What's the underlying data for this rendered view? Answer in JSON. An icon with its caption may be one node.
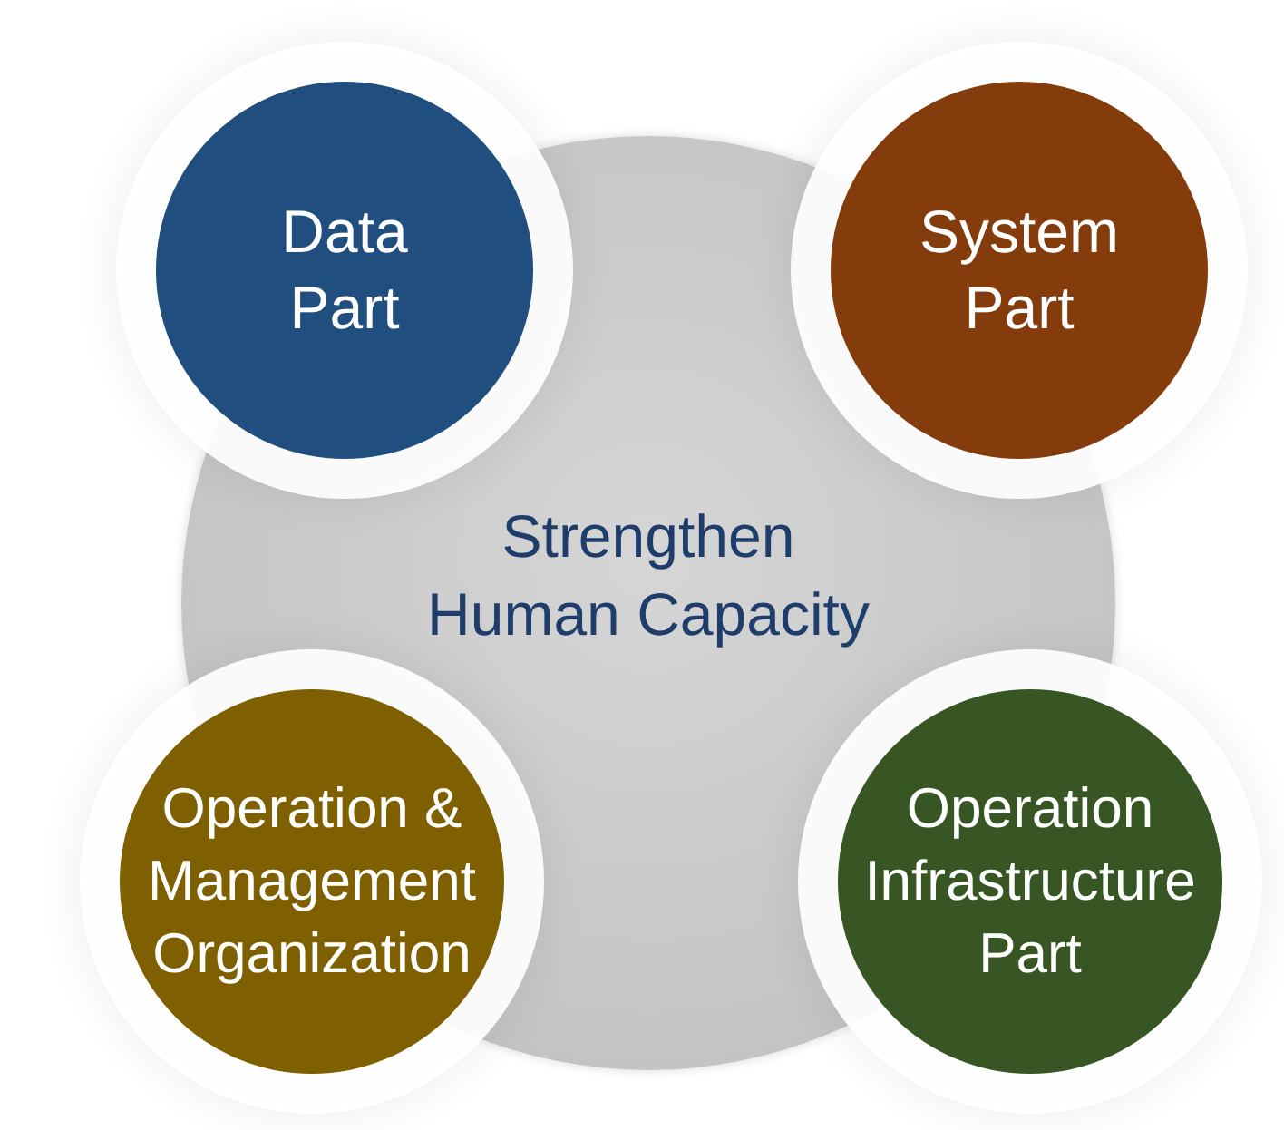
{
  "diagram": {
    "nodes": [
      {
        "text": [
          "Data Part"
        ]
      },
      {
        "text": [
          "System Part"
        ]
      },
      {
        "text": [
          "Strengthen Human Capacity"
        ]
      },
      {
        "text": [
          "Operation & Management Organization"
        ]
      },
      {
        "text": [
          "Operation Infrastructure Part"
        ]
      }
    ]
  }
}
